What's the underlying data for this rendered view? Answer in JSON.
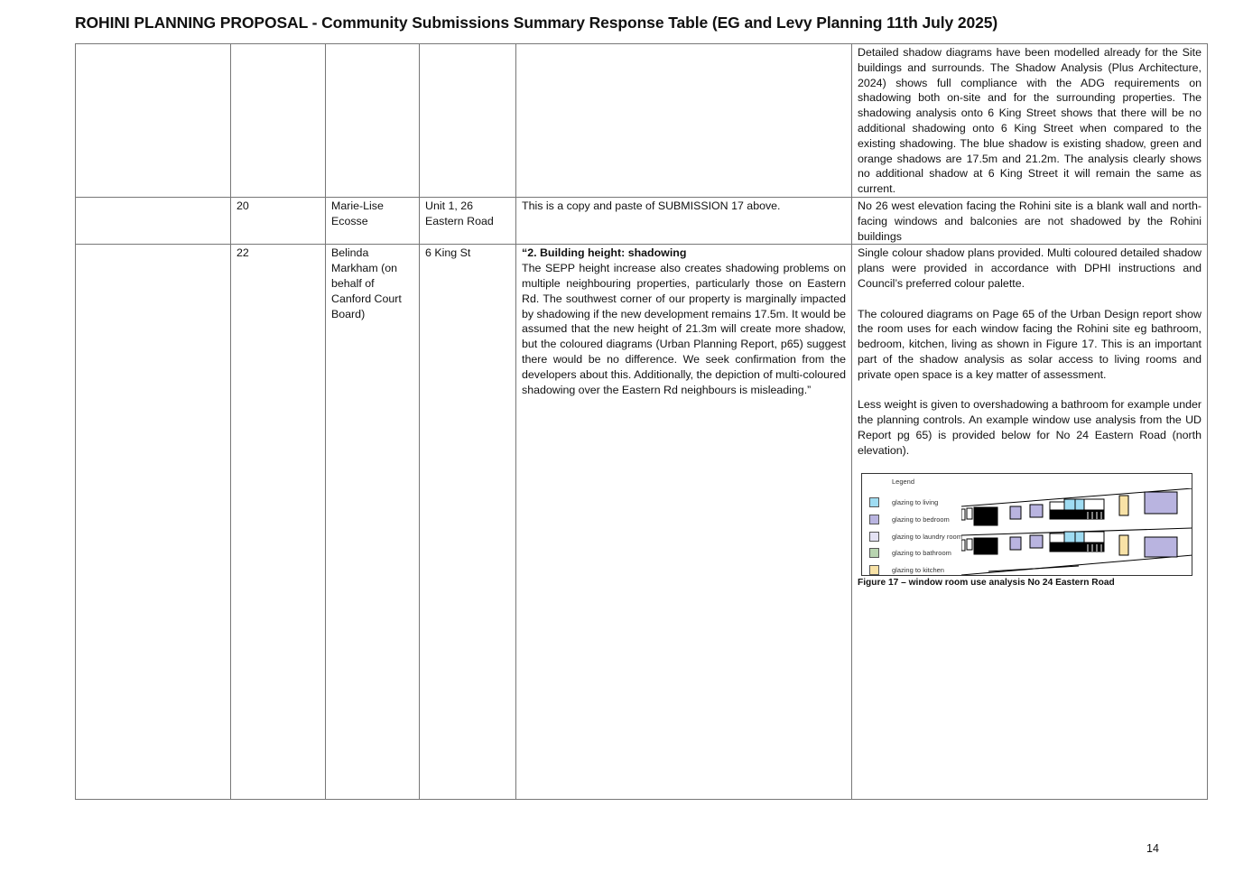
{
  "document": {
    "title": "ROHINI PLANNING PROPOSAL  - Community Submissions  Summary Response Table (EG and Levy Planning 11th July 2025)",
    "page_number": "14"
  },
  "rows": [
    {
      "number": "",
      "name": "",
      "address": "",
      "submission": "",
      "response": "Detailed shadow diagrams have been modelled already for the Site buildings and surrounds. The Shadow Analysis (Plus Architecture, 2024) shows full compliance with the ADG requirements on shadowing both on-site and for the surrounding properties. The shadowing analysis onto 6 King Street shows that there will be no additional shadowing onto 6 King Street when compared to the existing shadowing. The blue shadow is existing shadow, green and orange shadows are 17.5m and 21.2m. The analysis clearly shows no additional shadow at 6 King Street it will remain the same as current."
    },
    {
      "number": "20",
      "name": "Marie-Lise Ecosse",
      "address": "Unit 1, 26 Eastern Road",
      "submission": "This is a copy and paste of SUBMISSION 17 above.",
      "response": "No 26 west elevation facing the Rohini site is a blank wall and north-facing windows  and balconies are not shadowed by the Rohini buildings"
    },
    {
      "number": "22",
      "name": "Belinda Markham (on behalf of Canford Court Board)",
      "address": "6 King St",
      "submission_heading": "“2. Building height: shadowing",
      "submission": "The SEPP height increase also creates shadowing problems on multiple neighbouring properties, particularly those on Eastern Rd. The southwest corner of our property is marginally impacted by shadowing if the new development remains 17.5m. It would be assumed that the new height of 21.3m will create more shadow, but the coloured diagrams (Urban Planning Report, p65) suggest there would be no difference. We seek confirmation from the developers about this. Additionally, the depiction of multi-coloured shadowing over the Eastern Rd neighbours is misleading.”",
      "response_paragraphs": [
        "Single colour shadow plans provided. Multi coloured detailed shadow plans were provided in accordance with DPHI instructions and Council’s preferred colour palette.",
        "The coloured diagrams on Page 65 of the Urban Design report show the room uses for each window facing the Rohini site  eg bathroom, bedroom, kitchen, living as shown in Figure 17. This is an important part of the shadow analysis as solar access to living rooms and private open space is a key matter of assessment.",
        "Less weight is given to overshadowing a bathroom for example under the planning controls. An example window use analysis from the UD Report pg 65) is provided below for No 24 Eastern Road (north elevation)."
      ],
      "figure": {
        "legend_title": "Legend",
        "legend": [
          {
            "label": "glazing to living",
            "color": "#9fdcf2"
          },
          {
            "label": "glazing to bedroom",
            "color": "#b9b4e0"
          },
          {
            "label": "glazing to laundry room",
            "color": "#e4e2f4"
          },
          {
            "label": "glazing to bathroom",
            "color": "#b8d4b0"
          },
          {
            "label": "glazing to kitchen",
            "color": "#f8e2a6"
          }
        ],
        "caption": "Figure 17 – window room use analysis No 24 Eastern Road"
      }
    }
  ]
}
